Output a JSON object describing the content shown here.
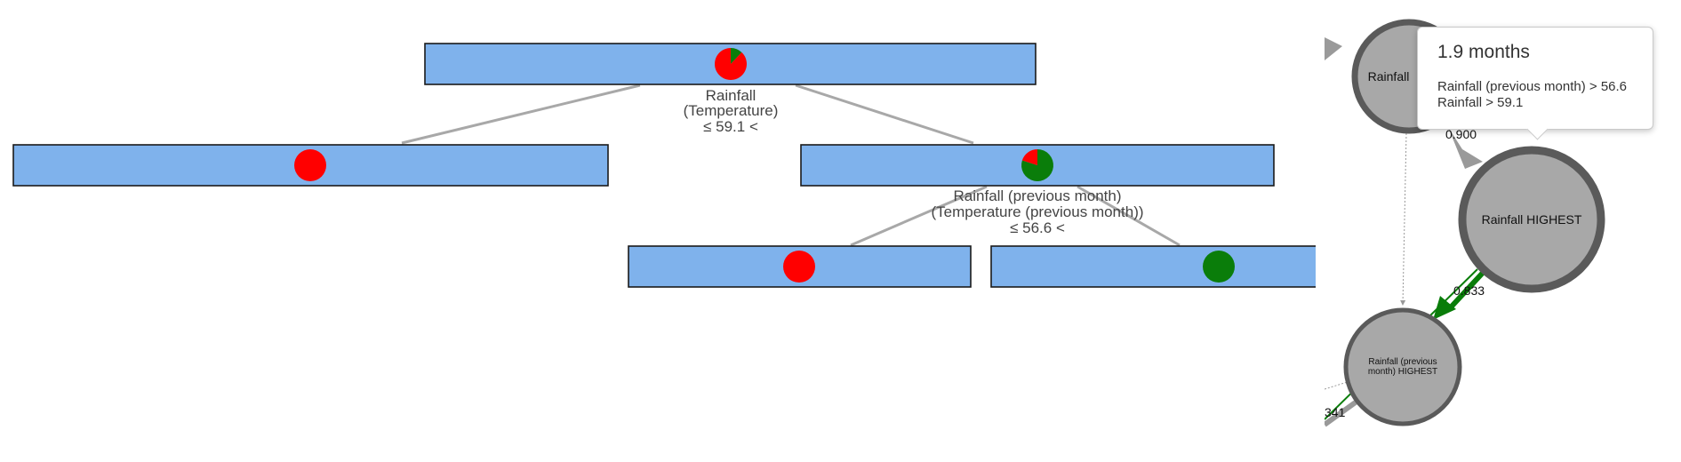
{
  "tree": {
    "nodes": [
      {
        "id": "root",
        "class_mix": {
          "green": 0.12,
          "red": 0.88
        }
      },
      {
        "id": "left",
        "class_mix": {
          "green": 0,
          "red": 1
        }
      },
      {
        "id": "right",
        "class_mix": {
          "green": 0.8,
          "red": 0.2
        }
      },
      {
        "id": "right-left",
        "class_mix": {
          "green": 0,
          "red": 1
        }
      },
      {
        "id": "right-right",
        "class_mix": {
          "green": 1,
          "red": 0
        }
      }
    ],
    "splits": {
      "root": {
        "line1": "Rainfall",
        "line2": "(Temperature)",
        "line3": "≤ 59.1 <"
      },
      "right": {
        "line1": "Rainfall (previous month)",
        "line2": "(Temperature (previous month))",
        "line3": "≤ 56.6 <"
      }
    },
    "colors": {
      "node_fill": "#7fb2ec",
      "green": "#0a7d0a",
      "red": "#ff0000",
      "edge": "#a8a8a8"
    }
  },
  "graph": {
    "nodes": {
      "rainfall": "Rainfall",
      "rainfall_highest": "Rainfall HIGHEST",
      "prev_highest_line1": "Rainfall (previous",
      "prev_highest_line2": "month) HIGHEST"
    },
    "edge_labels": {
      "e1": "0.900",
      "e2": "0.833",
      "e3": "341"
    },
    "colors": {
      "node_fill": "#a8a8a8",
      "node_border": "#5a5a5a",
      "strong_edge": "#0a7d0a"
    }
  },
  "tooltip": {
    "title": "1.9 months",
    "line1": "Rainfall (previous month) > 56.6",
    "line2": "Rainfall > 59.1"
  }
}
